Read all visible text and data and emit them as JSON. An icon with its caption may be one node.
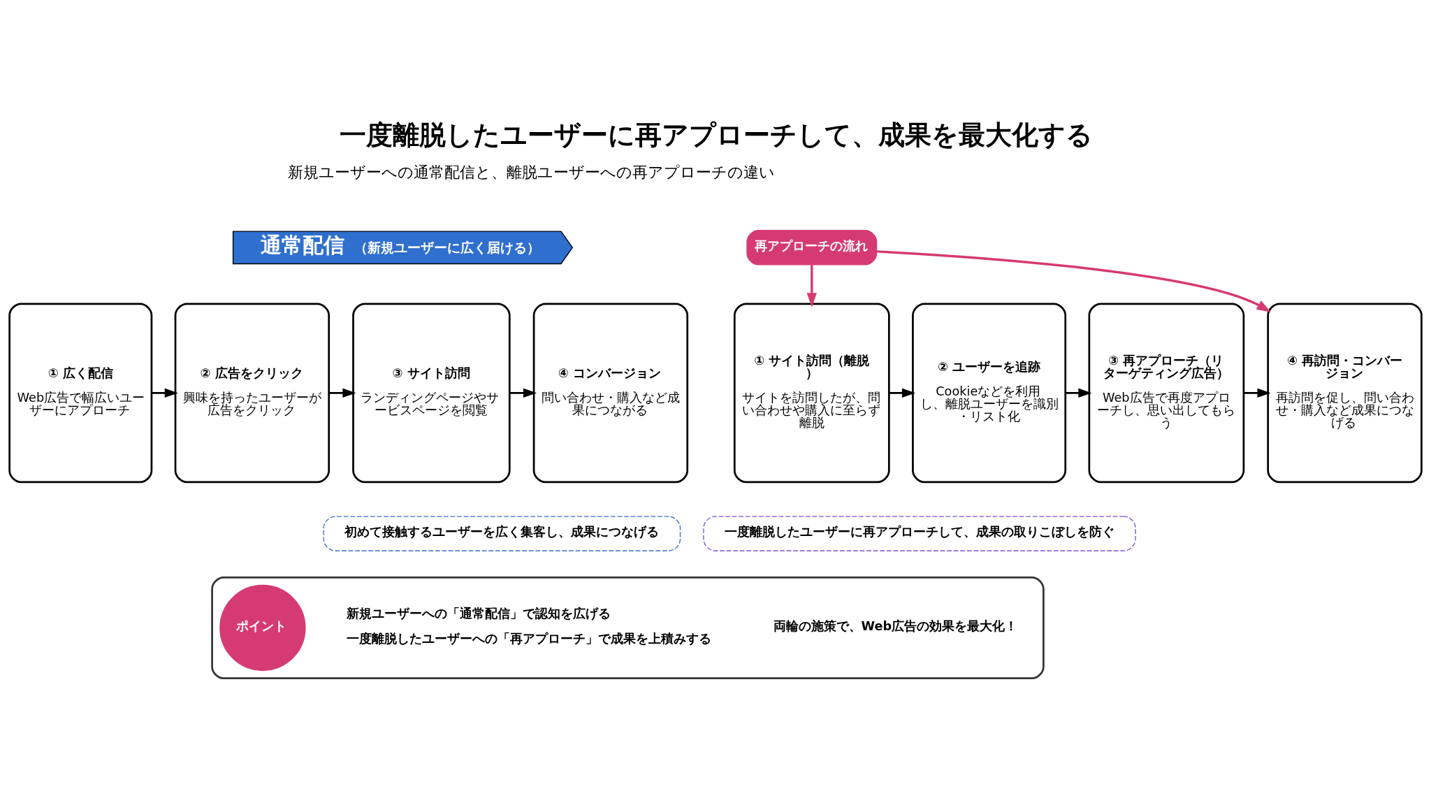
{
  "diagram": {
    "title": "一度離脱したユーザーに再アプローチして、成果を最大化する",
    "nodes": [
      {
        "text": [
          "通常配信",
          "（新規ユーザーに広く届ける）"
        ]
      },
      {
        "text": [
          "① 広く配信",
          "Web広告で幅広いユーザーにアプローチ"
        ]
      },
      {
        "text": [
          "② 広告をクリック",
          "興味を持ったユーザーが広告をクリック"
        ]
      },
      {
        "text": [
          "③ サイト訪問",
          "ランディングページやサービスページを閲覧"
        ]
      },
      {
        "text": [
          "④ コンバージョン",
          "問い合わせ・購入など成果につながる"
        ]
      },
      {
        "text": [
          "初めて接触するユーザーを広く集客し、成果につなげる"
        ]
      },
      {
        "text": [
          "再アプローチの流れ"
        ]
      },
      {
        "text": [
          "① サイト訪問（離脱）",
          "サイトを訪問したが、問い合わせや購入に至らず離脱"
        ]
      },
      {
        "text": [
          "② ユーザーを追跡",
          "Cookieなどを利用し、離脱ユーザーを識別・リスト化"
        ]
      },
      {
        "text": [
          "③ 再アプローチ（リターゲティング広告）",
          "Web広告で再度アプローチし、思い出してもらう"
        ]
      },
      {
        "text": [
          "④ 再訪問・コンバージョン",
          "再訪問を促し、問い合わせ・購入など成果につなげる"
        ]
      },
      {
        "text": [
          "一度離脱したユーザーに再アプローチして、成果の取りこぼしを防ぐ"
        ]
      },
      {
        "text": [],
        "shape": "box"
      },
      {
        "text": [
          "ポイント"
        ],
        "in": 12
      },
      {
        "text": [
          "新規ユーザーへの「通常配信」で認知を広げる",
          "一度離脱したユーザーへの「再アプローチ」で成果を上積みする"
        ],
        "in": 12
      },
      {
        "text": [
          "両輪の施策で、Web広告の効果を最大化！"
        ],
        "in": 12
      }
    ],
    "edges": [
      {
        "from": 1,
        "to": 2,
        "arrow": "to"
      },
      {
        "from": 2,
        "to": 3,
        "arrow": "to"
      },
      {
        "from": 3,
        "to": 4,
        "arrow": "to"
      },
      {
        "from": 6,
        "to": 7,
        "arrow": "to",
        "color": "#d63a72"
      },
      {
        "from": 6,
        "to": 10,
        "arrow": "to",
        "color": "#d63a72"
      },
      {
        "from": 7,
        "to": 8,
        "arrow": "to"
      },
      {
        "from": 8,
        "to": 9,
        "arrow": "to"
      },
      {
        "from": 9,
        "to": 10,
        "arrow": "to"
      }
    ],
    "labels": [
      "新規ユーザーへの通常配信と、離脱ユーザーへの再アプローチの違い"
    ]
  }
}
